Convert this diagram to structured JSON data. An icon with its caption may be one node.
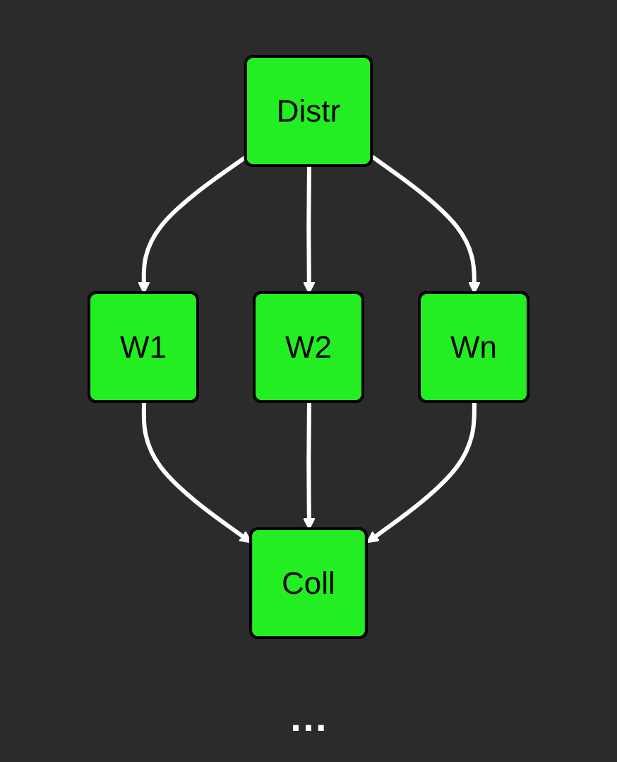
{
  "diagram": {
    "nodes": [
      {
        "text": [
          "Distr"
        ]
      },
      {
        "text": [
          "W1"
        ]
      },
      {
        "text": [
          "W2"
        ]
      },
      {
        "text": [
          "Wn"
        ]
      },
      {
        "text": [
          "Coll"
        ]
      }
    ],
    "edges": [
      {
        "from": 0,
        "to": 1,
        "arrow": "to"
      },
      {
        "from": 0,
        "to": 2,
        "arrow": "to"
      },
      {
        "from": 0,
        "to": 3,
        "arrow": "to"
      },
      {
        "from": 1,
        "to": 4,
        "arrow": "to"
      },
      {
        "from": 2,
        "to": 4,
        "arrow": "to"
      },
      {
        "from": 3,
        "to": 4,
        "arrow": "to"
      }
    ],
    "labels": [
      "…"
    ]
  }
}
